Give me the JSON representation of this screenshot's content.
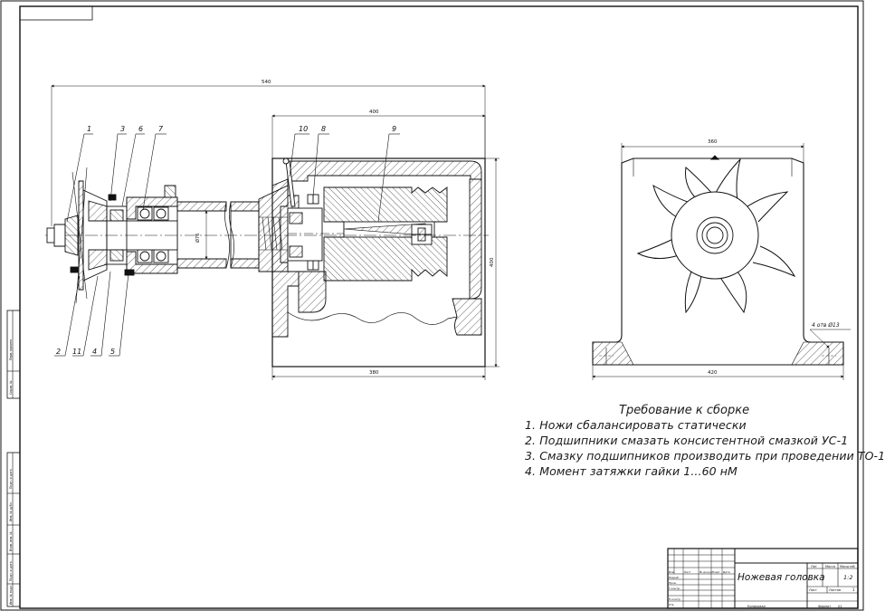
{
  "dimensions": {
    "overall_length": "540",
    "housing_length": "400",
    "housing_base": "380",
    "housing_height": "400",
    "shaft_diameter": "Ø76",
    "side_width_top": "360",
    "side_width_base": "420",
    "holes_note": "4 отв Ø13"
  },
  "callouts": [
    "1",
    "2",
    "3",
    "4",
    "5",
    "6",
    "7",
    "8",
    "9",
    "10",
    "11"
  ],
  "requirements": {
    "title": "Требование к сборке",
    "items": [
      "1. Ножи сбалансировать статически",
      "2. Подшипники смазать консистентной смазкой УС-1",
      "3. Смазку подшипников производить при проведении ТО-1",
      "4. Момент затяжки гайки 1...60 нМ"
    ]
  },
  "title_block": {
    "name": "Ножевая головка",
    "scale": "1:2",
    "col_lit": "Лит",
    "col_mass": "Масса",
    "col_scale": "Масштаб",
    "sheet": "Лист",
    "sheets": "Листов",
    "copied": "Копировал",
    "format": "Формат",
    "format_value": "А1",
    "sheets_count": "1",
    "row_labels": [
      "Изм",
      "Разраб.",
      "Пров.",
      "Т.контр.",
      "Н.контр.",
      "Утв."
    ],
    "col_labels": [
      "Лист",
      "№ докум.",
      "Подп.",
      "Дата"
    ]
  },
  "side_stamps": [
    "Перв. примен.",
    "Справ. №",
    "Подп. и дата",
    "Инв. № дубл.",
    "Взам. инв. №",
    "Подп. и дата",
    "Инв. № подл."
  ]
}
